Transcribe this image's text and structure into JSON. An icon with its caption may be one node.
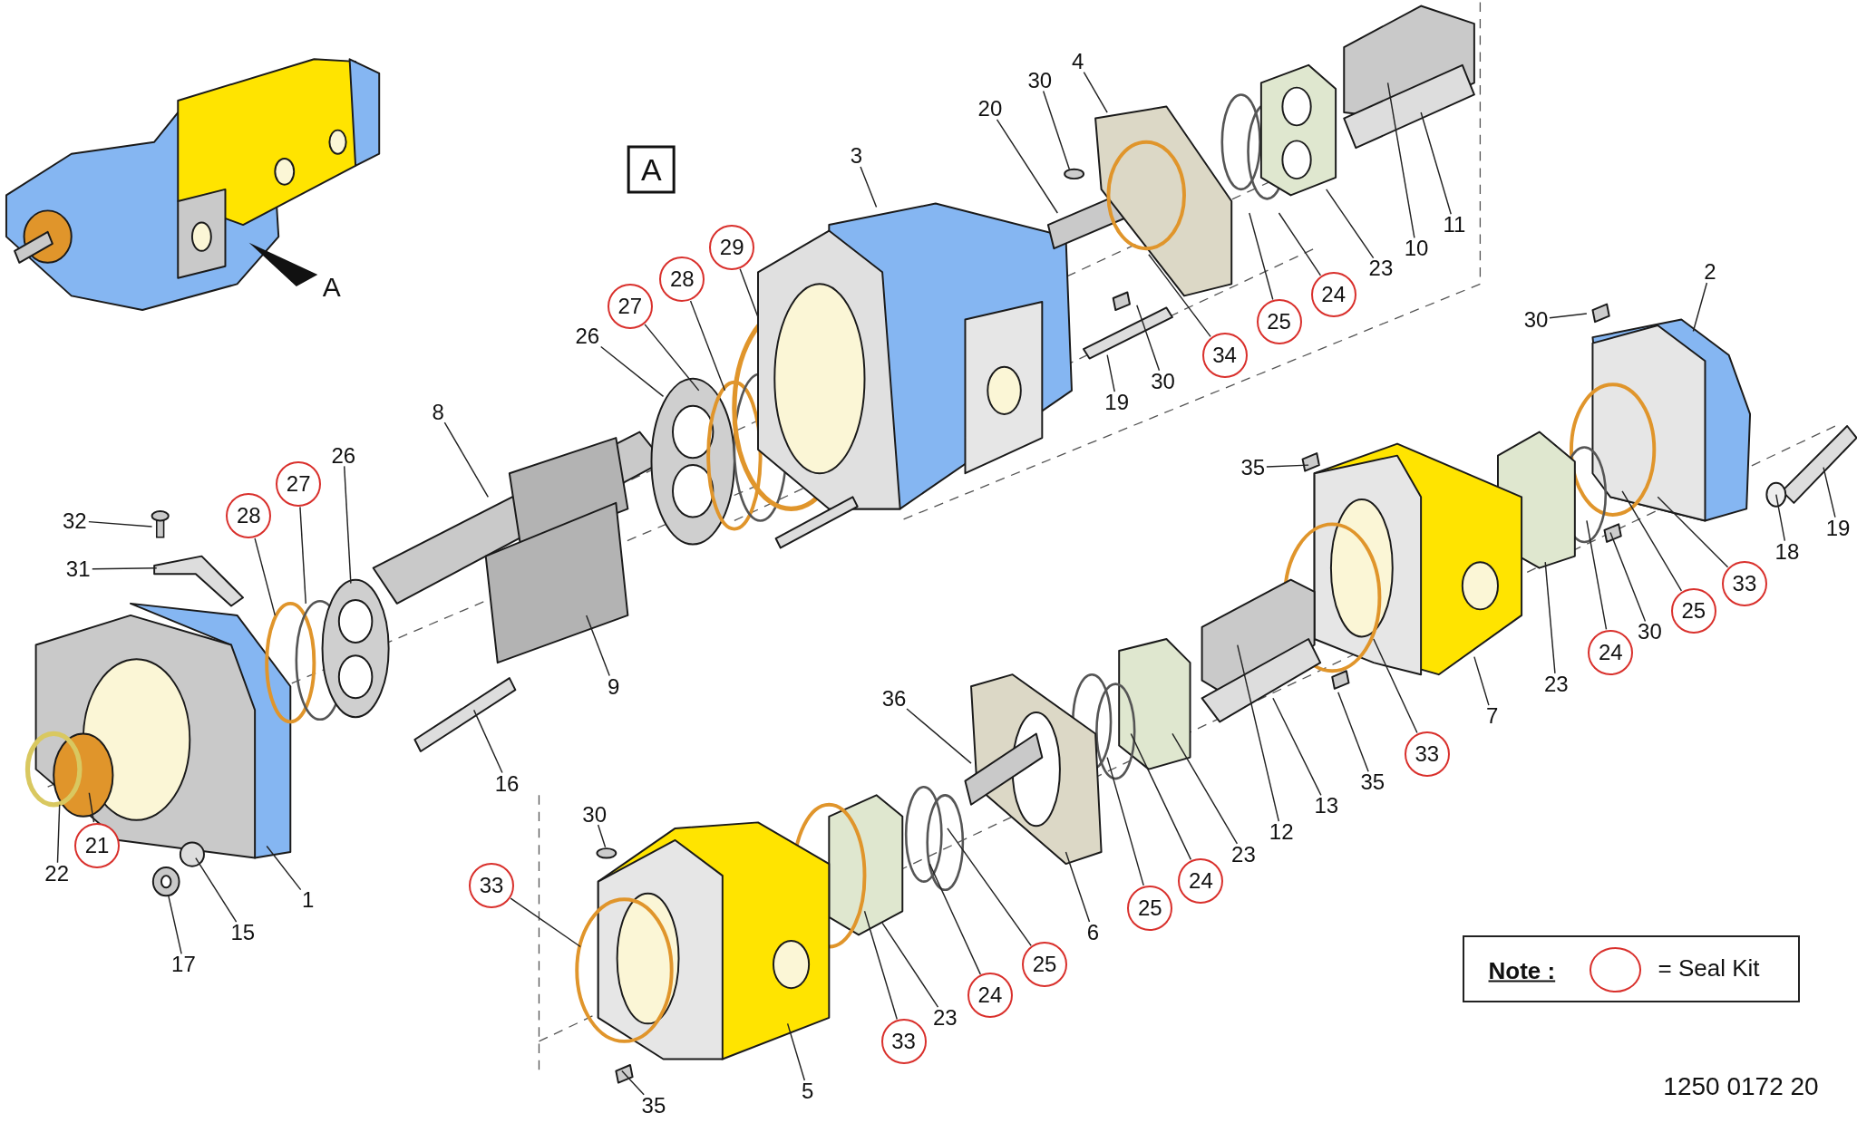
{
  "diagram": {
    "nodes": [
      {
        "text": [
          "4"
        ]
      },
      {
        "text": [
          "30"
        ]
      },
      {
        "text": [
          "20"
        ]
      },
      {
        "text": [
          "3"
        ]
      },
      {
        "text": [
          "11"
        ]
      },
      {
        "text": [
          "29"
        ]
      },
      {
        "text": [
          "10"
        ]
      },
      {
        "text": [
          "23"
        ]
      },
      {
        "text": [
          "2"
        ]
      },
      {
        "text": [
          "28"
        ]
      },
      {
        "text": [
          "24"
        ]
      },
      {
        "text": [
          "27"
        ]
      },
      {
        "text": [
          "30"
        ]
      },
      {
        "text": [
          "25"
        ]
      },
      {
        "text": [
          "26"
        ]
      },
      {
        "text": [
          "34"
        ]
      },
      {
        "text": [
          "30"
        ]
      },
      {
        "text": [
          "19"
        ]
      },
      {
        "text": [
          "8"
        ]
      },
      {
        "text": [
          "26"
        ]
      },
      {
        "text": [
          "35"
        ]
      },
      {
        "text": [
          "27"
        ]
      },
      {
        "text": [
          "28"
        ]
      },
      {
        "text": [
          "32"
        ]
      },
      {
        "text": [
          "19"
        ]
      },
      {
        "text": [
          "18"
        ]
      },
      {
        "text": [
          "31"
        ]
      },
      {
        "text": [
          "33"
        ]
      },
      {
        "text": [
          "25"
        ]
      },
      {
        "text": [
          "30"
        ]
      },
      {
        "text": [
          "24"
        ]
      },
      {
        "text": [
          "9"
        ]
      },
      {
        "text": [
          "23"
        ]
      },
      {
        "text": [
          "36"
        ]
      },
      {
        "text": [
          "7"
        ]
      },
      {
        "text": [
          "33"
        ]
      },
      {
        "text": [
          "35"
        ]
      },
      {
        "text": [
          "16"
        ]
      },
      {
        "text": [
          "13"
        ]
      },
      {
        "text": [
          "30"
        ]
      },
      {
        "text": [
          "12"
        ]
      },
      {
        "text": [
          "21"
        ]
      },
      {
        "text": [
          "23"
        ]
      },
      {
        "text": [
          "22"
        ]
      },
      {
        "text": [
          "24"
        ]
      },
      {
        "text": [
          "33"
        ]
      },
      {
        "text": [
          "1"
        ]
      },
      {
        "text": [
          "25"
        ]
      },
      {
        "text": [
          "6"
        ]
      },
      {
        "text": [
          "15"
        ]
      },
      {
        "text": [
          "25"
        ]
      },
      {
        "text": [
          "17"
        ]
      },
      {
        "text": [
          "24"
        ]
      },
      {
        "text": [
          "23"
        ]
      },
      {
        "text": [
          "33"
        ]
      },
      {
        "text": [
          "5"
        ]
      },
      {
        "text": [
          "35"
        ]
      }
    ],
    "edges": [
      {
        "from": 0,
        "to": null,
        "arrow": "none"
      },
      {
        "from": 1,
        "to": null,
        "arrow": "none"
      },
      {
        "from": 2,
        "to": null,
        "arrow": "none"
      },
      {
        "from": 3,
        "to": null,
        "arrow": "none"
      },
      {
        "from": 4,
        "to": null,
        "arrow": "none"
      },
      {
        "from": 5,
        "to": null,
        "arrow": "none"
      },
      {
        "from": 6,
        "to": null,
        "arrow": "none"
      },
      {
        "from": 7,
        "to": null,
        "arrow": "none"
      },
      {
        "from": 8,
        "to": null,
        "arrow": "none"
      },
      {
        "from": 9,
        "to": null,
        "arrow": "none"
      },
      {
        "from": 10,
        "to": null,
        "arrow": "none"
      },
      {
        "from": 11,
        "to": null,
        "arrow": "none"
      },
      {
        "from": 12,
        "to": null,
        "arrow": "none"
      },
      {
        "from": 13,
        "to": null,
        "arrow": "none"
      },
      {
        "from": 14,
        "to": null,
        "arrow": "none"
      },
      {
        "from": 15,
        "to": null,
        "arrow": "none"
      },
      {
        "from": 16,
        "to": null,
        "arrow": "none"
      },
      {
        "from": 17,
        "to": null,
        "arrow": "none"
      },
      {
        "from": 18,
        "to": null,
        "arrow": "none"
      },
      {
        "from": 19,
        "to": null,
        "arrow": "none"
      },
      {
        "from": 20,
        "to": null,
        "arrow": "none"
      },
      {
        "from": 21,
        "to": null,
        "arrow": "none"
      },
      {
        "from": 22,
        "to": null,
        "arrow": "none"
      },
      {
        "from": 23,
        "to": null,
        "arrow": "none"
      },
      {
        "from": 24,
        "to": null,
        "arrow": "none"
      },
      {
        "from": 25,
        "to": null,
        "arrow": "none"
      },
      {
        "from": 26,
        "to": null,
        "arrow": "none"
      },
      {
        "from": 27,
        "to": null,
        "arrow": "none"
      },
      {
        "from": 28,
        "to": null,
        "arrow": "none"
      },
      {
        "from": 29,
        "to": null,
        "arrow": "none"
      },
      {
        "from": 30,
        "to": null,
        "arrow": "none"
      },
      {
        "from": 31,
        "to": null,
        "arrow": "none"
      },
      {
        "from": 32,
        "to": null,
        "arrow": "none"
      },
      {
        "from": 33,
        "to": null,
        "arrow": "none"
      },
      {
        "from": 34,
        "to": null,
        "arrow": "none"
      },
      {
        "from": 35,
        "to": null,
        "arrow": "none"
      },
      {
        "from": 36,
        "to": null,
        "arrow": "none"
      },
      {
        "from": 37,
        "to": null,
        "arrow": "none"
      },
      {
        "from": 38,
        "to": null,
        "arrow": "none"
      },
      {
        "from": 39,
        "to": null,
        "arrow": "none"
      },
      {
        "from": 40,
        "to": null,
        "arrow": "none"
      },
      {
        "from": 41,
        "to": null,
        "arrow": "none"
      },
      {
        "from": 42,
        "to": null,
        "arrow": "none"
      },
      {
        "from": 43,
        "to": null,
        "arrow": "none"
      },
      {
        "from": 44,
        "to": null,
        "arrow": "none"
      },
      {
        "from": 45,
        "to": null,
        "arrow": "none"
      },
      {
        "from": 46,
        "to": null,
        "arrow": "none"
      },
      {
        "from": 47,
        "to": null,
        "arrow": "none"
      },
      {
        "from": 48,
        "to": null,
        "arrow": "none"
      },
      {
        "from": 49,
        "to": null,
        "arrow": "none"
      },
      {
        "from": 50,
        "to": null,
        "arrow": "none"
      },
      {
        "from": 51,
        "to": null,
        "arrow": "none"
      },
      {
        "from": 52,
        "to": null,
        "arrow": "none"
      },
      {
        "from": 53,
        "to": null,
        "arrow": "none"
      },
      {
        "from": 54,
        "to": null,
        "arrow": "none"
      },
      {
        "from": 55,
        "to": null,
        "arrow": "none"
      },
      {
        "from": 56,
        "to": null,
        "arrow": "none"
      }
    ],
    "labels": [
      "A",
      "A",
      "Note :",
      "1250 0172 20"
    ],
    "legend": [
      {
        "text": "= Seal Kit"
      }
    ]
  }
}
